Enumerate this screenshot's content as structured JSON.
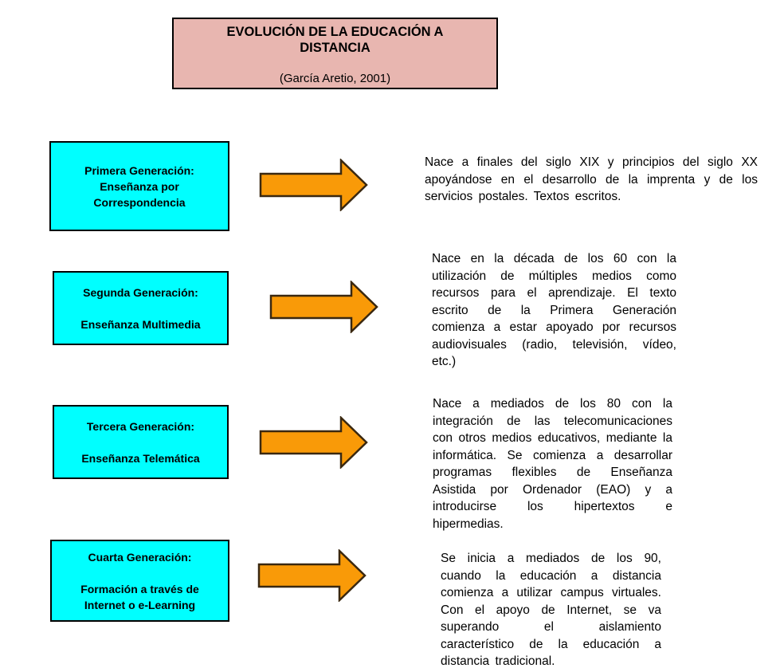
{
  "header": {
    "title": "EVOLUCIÓN DE LA EDUCACIÓN A DISTANCIA",
    "citation": "(García Aretio, 2001)"
  },
  "colors": {
    "header_bg": "#e8b6b0",
    "generation_box_bg": "#00ffff",
    "arrow_fill": "#f99a08",
    "arrow_stroke": "#3a2810",
    "box_border": "#000000",
    "text": "#000000"
  },
  "icons": {
    "arrow": "right-arrow-icon"
  },
  "rows": [
    {
      "label": "Primera Generación:\nEnseñanza por\nCorrespondencia",
      "description": "Nace a finales del siglo XIX y principios del siglo XX apoyándose en el desarrollo de la imprenta y de los servicios postales. Textos escritos."
    },
    {
      "label": "Segunda Generación:\n\nEnseñanza Multimedia",
      "description": "Nace en la década de los 60 con la utilización de múltiples medios como recursos para el aprendizaje. El texto escrito de la Primera Generación comienza a estar apoyado por recursos audiovisuales (radio, televisión, vídeo, etc.)"
    },
    {
      "label": "Tercera Generación:\n\nEnseñanza Telemática",
      "description": "Nace a mediados de los 80 con la integración de las telecomunicaciones con otros medios educativos, mediante la informática. Se comienza a desarrollar programas flexibles de Enseñanza Asistida por Ordenador (EAO) y a introducirse los hipertextos e hipermedias."
    },
    {
      "label": "Cuarta Generación:\n\nFormación a través de\nInternet o e-Learning",
      "description": "Se inicia a mediados de los 90, cuando la educación a distancia comienza a utilizar campus virtuales. Con el apoyo de Internet, se va superando el aislamiento característico de la educación a distancia tradicional."
    }
  ]
}
